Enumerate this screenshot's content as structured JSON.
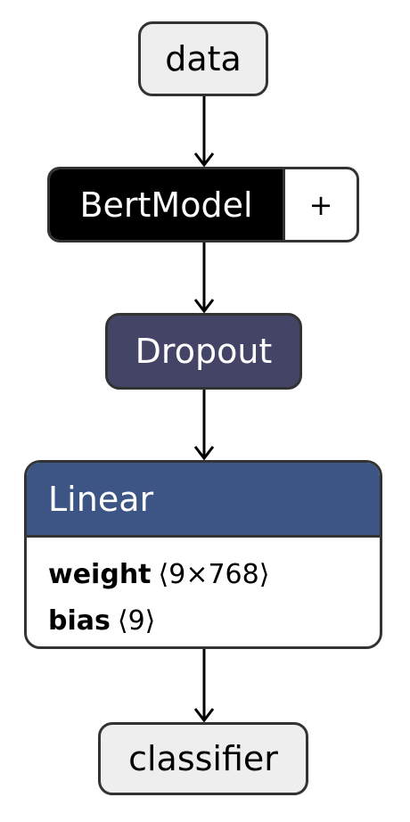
{
  "graph": {
    "nodes": {
      "data": {
        "label": "data"
      },
      "bert": {
        "label": "BertModel",
        "expand_label": "+"
      },
      "dropout": {
        "label": "Dropout"
      },
      "linear": {
        "label": "Linear",
        "params": [
          {
            "name": "weight",
            "shape": "⟨9×768⟩"
          },
          {
            "name": "bias",
            "shape": "⟨9⟩"
          }
        ]
      },
      "classifier": {
        "label": "classifier"
      }
    },
    "edges": [
      {
        "from": "data",
        "to": "BertModel"
      },
      {
        "from": "BertModel",
        "to": "Dropout"
      },
      {
        "from": "Dropout",
        "to": "Linear"
      },
      {
        "from": "Linear",
        "to": "classifier"
      }
    ]
  },
  "colors": {
    "io_fill": "#eeeeee",
    "bert_fill": "#000000",
    "dropout_fill": "#444466",
    "linear_header_fill": "#3c5585",
    "border": "#333333",
    "edge": "#000000"
  }
}
